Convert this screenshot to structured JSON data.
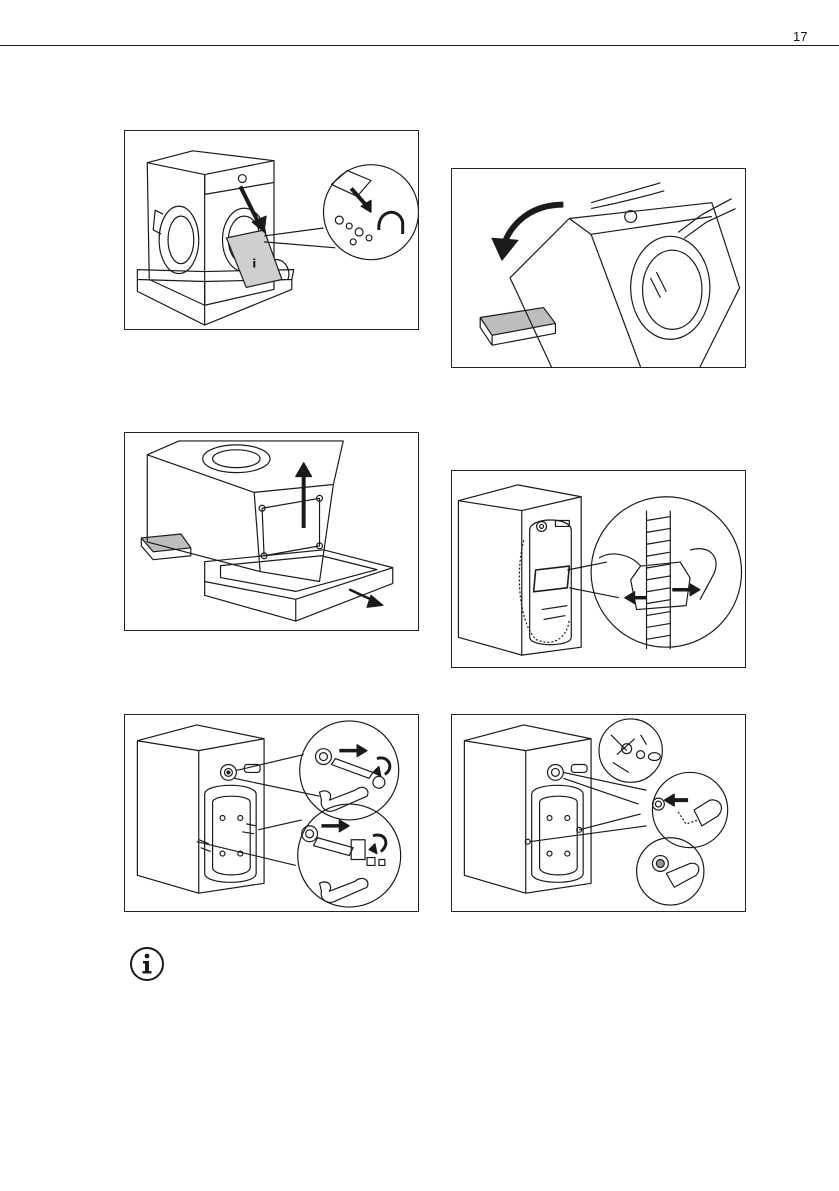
{
  "header": {
    "page_number": "17"
  },
  "figures": [
    {
      "id": "remove-inner-packaging",
      "icon": "washer-door-open-accessory-bag-illustration"
    },
    {
      "id": "tilt-machine-onto-side",
      "icon": "washer-tilt-arrow-illustration"
    },
    {
      "id": "remove-base-tray",
      "icon": "washer-lifted-base-removed-illustration"
    },
    {
      "id": "unclip-power-cable-hose",
      "icon": "washer-rear-hose-clip-illustration"
    },
    {
      "id": "remove-transit-bolts",
      "icon": "washer-rear-bolts-spanner-illustration"
    },
    {
      "id": "insert-plastic-caps",
      "icon": "washer-rear-caps-insert-illustration"
    }
  ],
  "note": {
    "icon": "info-icon"
  }
}
